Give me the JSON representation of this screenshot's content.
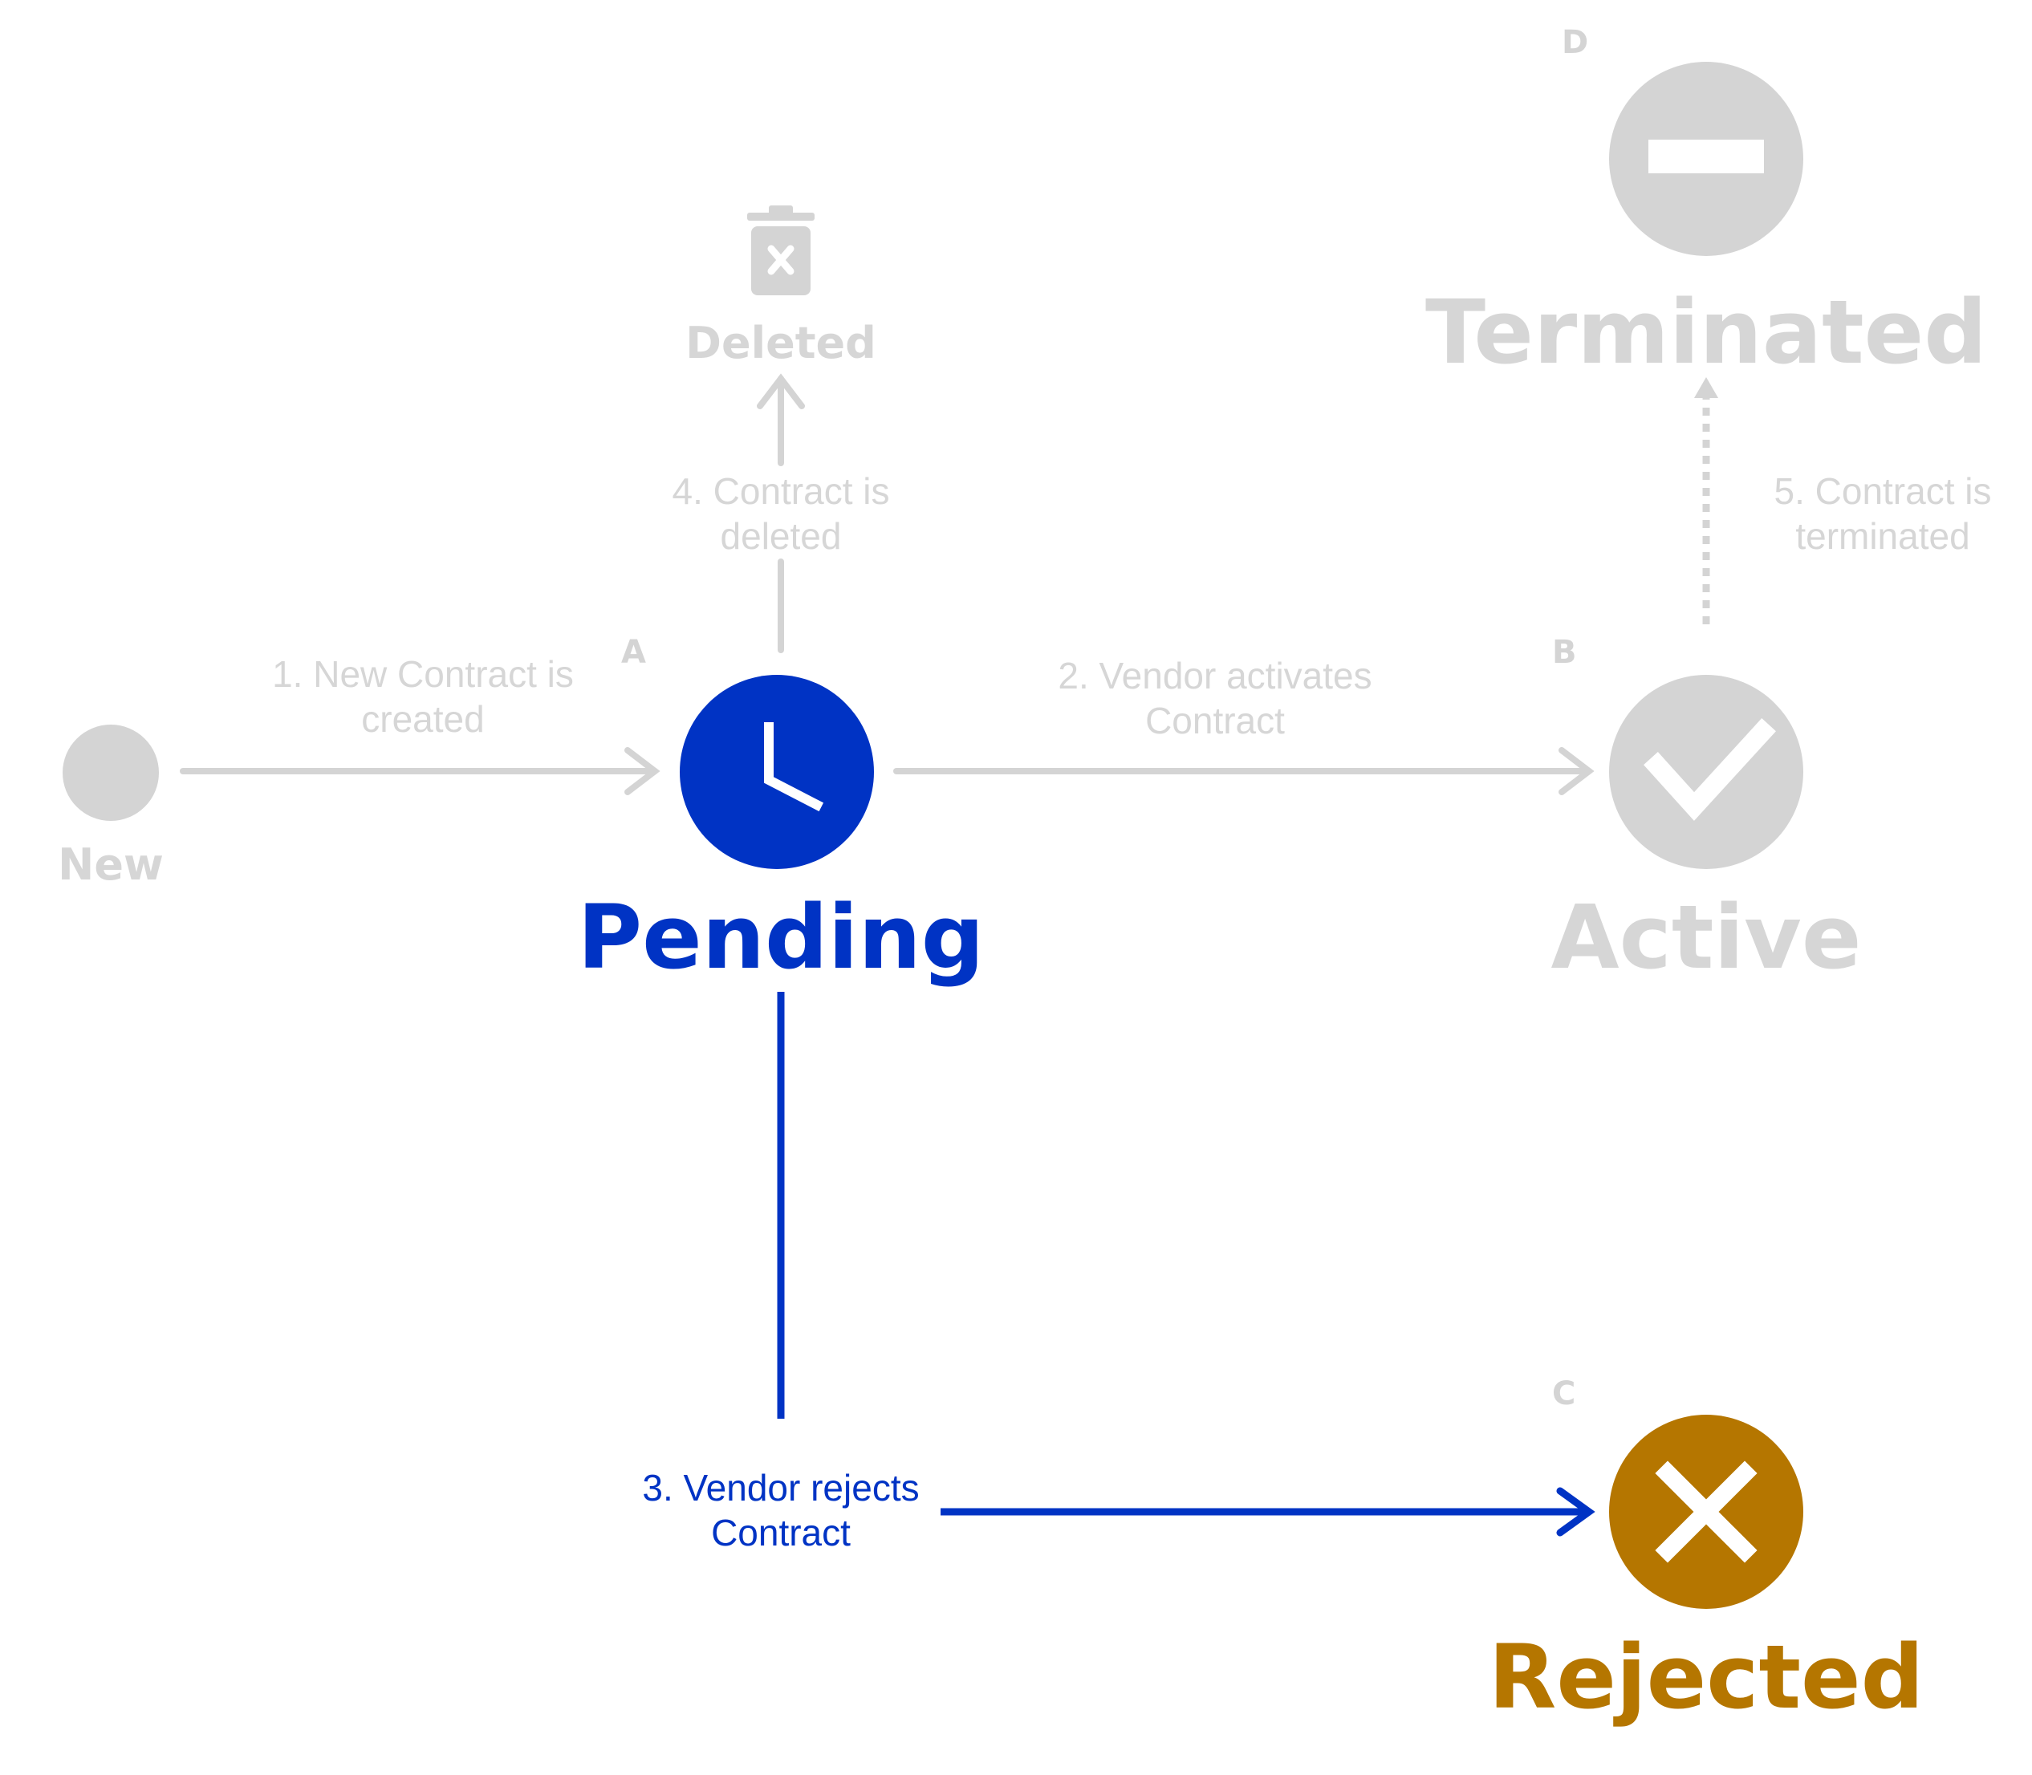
{
  "colors": {
    "inactive": "#d4d4d4",
    "inactive_text": "#d6d6d6",
    "pending": "#0033c4",
    "rejected": "#b57600",
    "white": "#ffffff"
  },
  "nodes": {
    "new": {
      "title": "New"
    },
    "pending": {
      "letter": "A",
      "title": "Pending",
      "icon": "clock-icon"
    },
    "active": {
      "letter": "B",
      "title": "Active",
      "icon": "checkmark-icon"
    },
    "rejected": {
      "letter": "C",
      "title": "Rejected",
      "icon": "x-icon"
    },
    "terminated": {
      "letter": "D",
      "title": "Terminated",
      "icon": "minus-icon"
    },
    "deleted": {
      "title": "Deleted",
      "icon": "trash-icon"
    }
  },
  "edges": {
    "e1": {
      "line1": "1. New Contract is",
      "line2": "created"
    },
    "e2": {
      "line1": "2. Vendor activates",
      "line2": "Contract"
    },
    "e3": {
      "line1": "3. Vendor rejects",
      "line2": "Contract"
    },
    "e4": {
      "line1": "4. Contract is",
      "line2": "deleted"
    },
    "e5": {
      "line1": "5. Contract is",
      "line2": "terminated"
    }
  }
}
